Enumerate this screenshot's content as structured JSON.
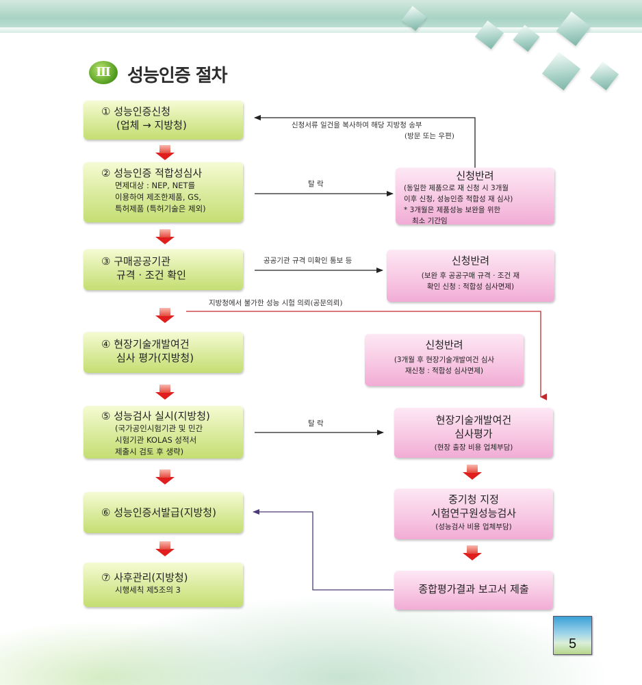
{
  "title": {
    "numeral": "Ⅲ",
    "text": "성능인증 절차"
  },
  "steps": [
    {
      "title": "① 성능인증신청",
      "lines": [
        "(업체 → 지방청)"
      ]
    },
    {
      "title": "② 성능인증 적합성심사",
      "lines": [
        "면제대상 : NEP, NET를",
        "이용하여 제조한제품, GS,",
        "특허제품 (특허기술은 제외)"
      ]
    },
    {
      "title": "③ 구매공공기관",
      "lines": [
        "규격 · 조건 확인"
      ]
    },
    {
      "title": "④ 현장기술개발여건",
      "lines": [
        "심사 평가(지방청)"
      ]
    },
    {
      "title": "⑤ 성능검사 실시(지방청)",
      "lines": [
        "(국가공인시험기관 및 민간",
        "시험기관 KOLAS 성적서",
        "제출시 검토 후 생략)"
      ]
    },
    {
      "title": "⑥ 성능인증서발급(지방청)",
      "lines": []
    },
    {
      "title": "⑦ 사후관리(지방청)",
      "lines": [
        "시행세칙 제5조의 3"
      ]
    }
  ],
  "side_boxes": [
    {
      "title": "신청반려",
      "lines": [
        "(동일한 제품으로 재 신청 시 3개월",
        "이후 신청, 성능인증 적합성 재 심사)",
        "* 3개월은 제품성능 보완을 위한",
        "최소 기간임"
      ]
    },
    {
      "title": "신청반려",
      "lines": [
        "(보완 후 공공구매 규격 · 조건 재",
        "확인 신청 : 적합성 심사면제)"
      ]
    },
    {
      "title": "신청반려",
      "lines": [
        "(3개월 후 현장기술개발여건 심사",
        "재신청 : 적합성 심사면제)"
      ]
    },
    {
      "title": "현장기술개발여건",
      "title2": "심사평가",
      "lines": [
        "(현장 출장 비용 업체부담)"
      ]
    },
    {
      "title": "중기청 지정",
      "title2": "시험연구원성능검사",
      "lines": [
        "(성능검사 비용 업체부담)"
      ]
    },
    {
      "title": "종합평가결과 보고서 제출",
      "lines": []
    }
  ],
  "annotations": {
    "copy_send_1": "신청서류 일건을 복사하여 해당 지방청 송부",
    "copy_send_2": "(방문 또는 우편)",
    "fail_1": "탈 락",
    "unconfirmed": "공공기관 규격 미확인 통보 등",
    "test_request": "지방청에서 불가한 성능 시험 의뢰(공문의뢰)",
    "fail_2": "탈 락"
  },
  "page_number": "5",
  "colors": {
    "step_box": "#d6e88f",
    "side_box": "#f5bde0",
    "down_arrow": "#e01e1e",
    "test_request_line": "#c0282c",
    "return_line": "#4a3a78"
  }
}
